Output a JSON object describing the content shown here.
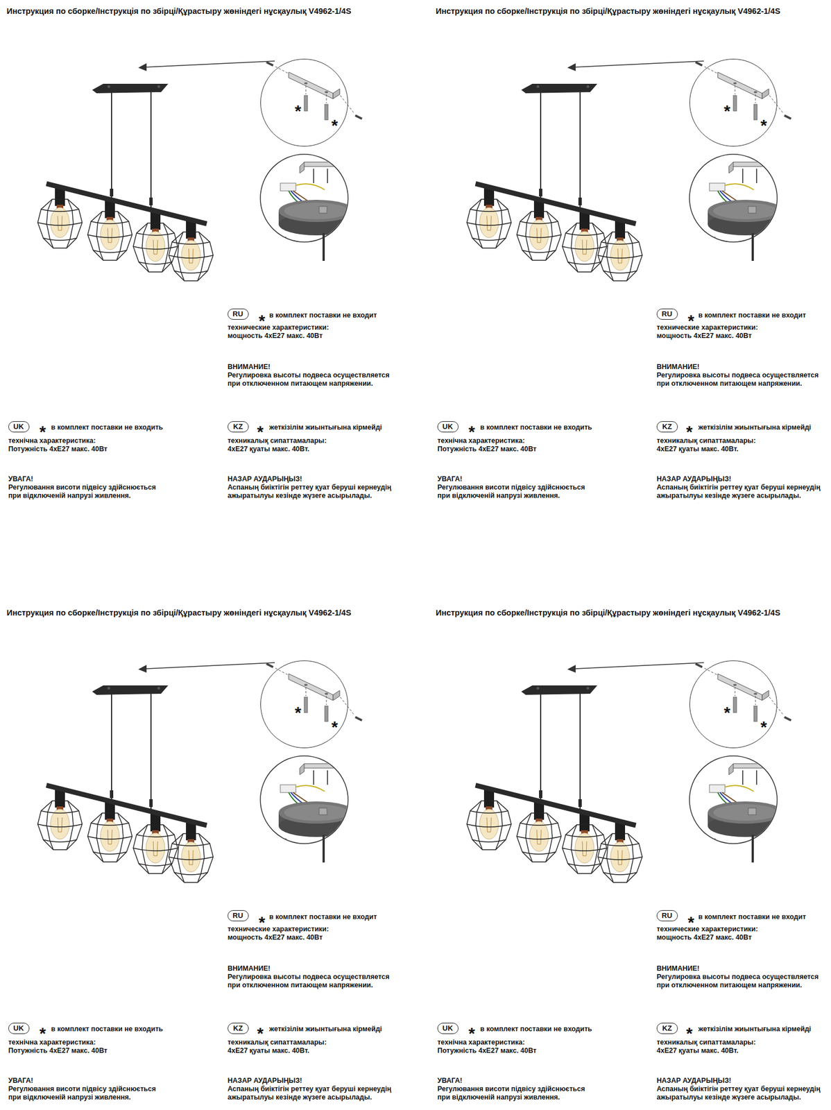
{
  "diagram": {
    "title": "Инструкция по сборке/Інструкція по збірці/Құрастыру жөніндегі нұсқаулық V4962-1/4S",
    "nodes": [
      {
        "text": [
          "*",
          "*"
        ]
      },
      {
        "text": [
          "RU"
        ]
      },
      {
        "text": [
          "UK"
        ]
      },
      {
        "text": [
          "KZ"
        ]
      },
      {
        "text": [
          "*",
          "*"
        ]
      },
      {
        "text": [
          "RU"
        ]
      },
      {
        "text": [
          "UK"
        ]
      },
      {
        "text": [
          "KZ"
        ]
      },
      {
        "text": [
          "*",
          "*"
        ]
      },
      {
        "text": [
          "RU"
        ]
      },
      {
        "text": [
          "UK"
        ]
      },
      {
        "text": [
          "KZ"
        ]
      },
      {
        "text": [
          "*",
          "*"
        ]
      },
      {
        "text": [
          "RU"
        ]
      },
      {
        "text": [
          "UK"
        ]
      },
      {
        "text": [
          "KZ"
        ]
      }
    ],
    "labels": [
      "*",
      "в комплект поставки не входит",
      "технические характеристики:",
      "мощность 4xE27 макс. 40Вт",
      "ВНИМАНИЕ!",
      "Регулировка высоты подвеса осуществляется",
      "при отключенном питающем напряжении.",
      "*",
      "в комплект поставки не входить",
      "технічна характеристика:",
      "Потужність 4xE27 макс. 40Вт",
      "УВАГА!",
      "Регулювання висоти підвісу здійснюється",
      "при відключеній напрузі живлення.",
      "*",
      "жеткізілім жиынтығына кірмейді",
      "техникалық сипаттамалары:",
      "4xE27 қуаты макс. 40Вт.",
      "НАЗАР АУДАРЫҢЫЗ!",
      "Аспаның биіктігін реттеу қуат беруші кернеудің",
      "ажыратылуы кезінде жүзеге асырылады.",
      "Инструкция по сборке/Інструкція по збірці/Құрастыру жөніндегі нұсқаулық V4962-1/4S",
      "*",
      "в комплект поставки не входит",
      "технические характеристики:",
      "мощность 4xE27 макс. 40Вт",
      "ВНИМАНИЕ!",
      "Регулировка высоты подвеса осуществляется",
      "при отключенном питающем напряжении.",
      "*",
      "в комплект поставки не входить",
      "технічна характеристика:",
      "Потужність 4xE27 макс. 40Вт",
      "УВАГА!",
      "Регулювання висоти підвісу здійснюється",
      "при відключеній напрузі живлення.",
      "*",
      "жеткізілім жиынтығына кірмейді",
      "техникалық сипаттамалары:",
      "4xE27 қуаты макс. 40Вт.",
      "НАЗАР АУДАРЫҢЫЗ!",
      "Аспаның биіктігін реттеу қуат беруші кернеудің",
      "ажыратылуы кезінде жүзеге асырылады.",
      "Инструкция по сборке/Інструкція по збірці/Құрастыру жөніндегі нұсқаулық V4962-1/4S",
      "*",
      "в комплект поставки не входит",
      "технические характеристики:",
      "мощность 4xE27 макс. 40Вт",
      "ВНИМАНИЕ!",
      "Регулировка высоты подвеса осуществляется",
      "при отключенном питающем напряжении.",
      "*",
      "в комплект поставки не входить",
      "технічна характеристика:",
      "Потужність 4xE27 макс. 40Вт",
      "УВАГА!",
      "Регулювання висоти підвісу здійснюється",
      "при відключеній напрузі живлення.",
      "*",
      "жеткізілім жиынтығына кірмейді",
      "техникалық сипаттамалары:",
      "4xE27 қуаты макс. 40Вт.",
      "НАЗАР АУДАРЫҢЫЗ!",
      "Аспаның биіктігін реттеу қуат беруші кернеудің",
      "ажыратылуы кезінде жүзеге асырылады.",
      "Инструкция по сборке/Інструкція по збірці/Құрастыру жөніндегі нұсқаулық V4962-1/4S",
      "*",
      "в комплект поставки не входит",
      "технические характеристики:",
      "мощность 4xE27 макс. 40Вт",
      "ВНИМАНИЕ!",
      "Регулировка высоты подвеса осуществляется",
      "при отключенном питающем напряжении.",
      "*",
      "в комплект поставки не входить",
      "технічна характеристика:",
      "Потужність 4xE27 макс. 40Вт",
      "УВАГА!",
      "Регулювання висоти підвісу здійснюється",
      "при відключеній напрузі живлення.",
      "*",
      "жеткізілім жиынтығына кірмейді",
      "техникалық сипаттамалары:",
      "4xE27 қуаты макс. 40Вт.",
      "НАЗАР АУДАРЫҢЫЗ!",
      "Аспаның биіктігін реттеу қуат беруші кернеудің",
      "ажыратылуы кезінде жүзеге асырылады."
    ]
  }
}
